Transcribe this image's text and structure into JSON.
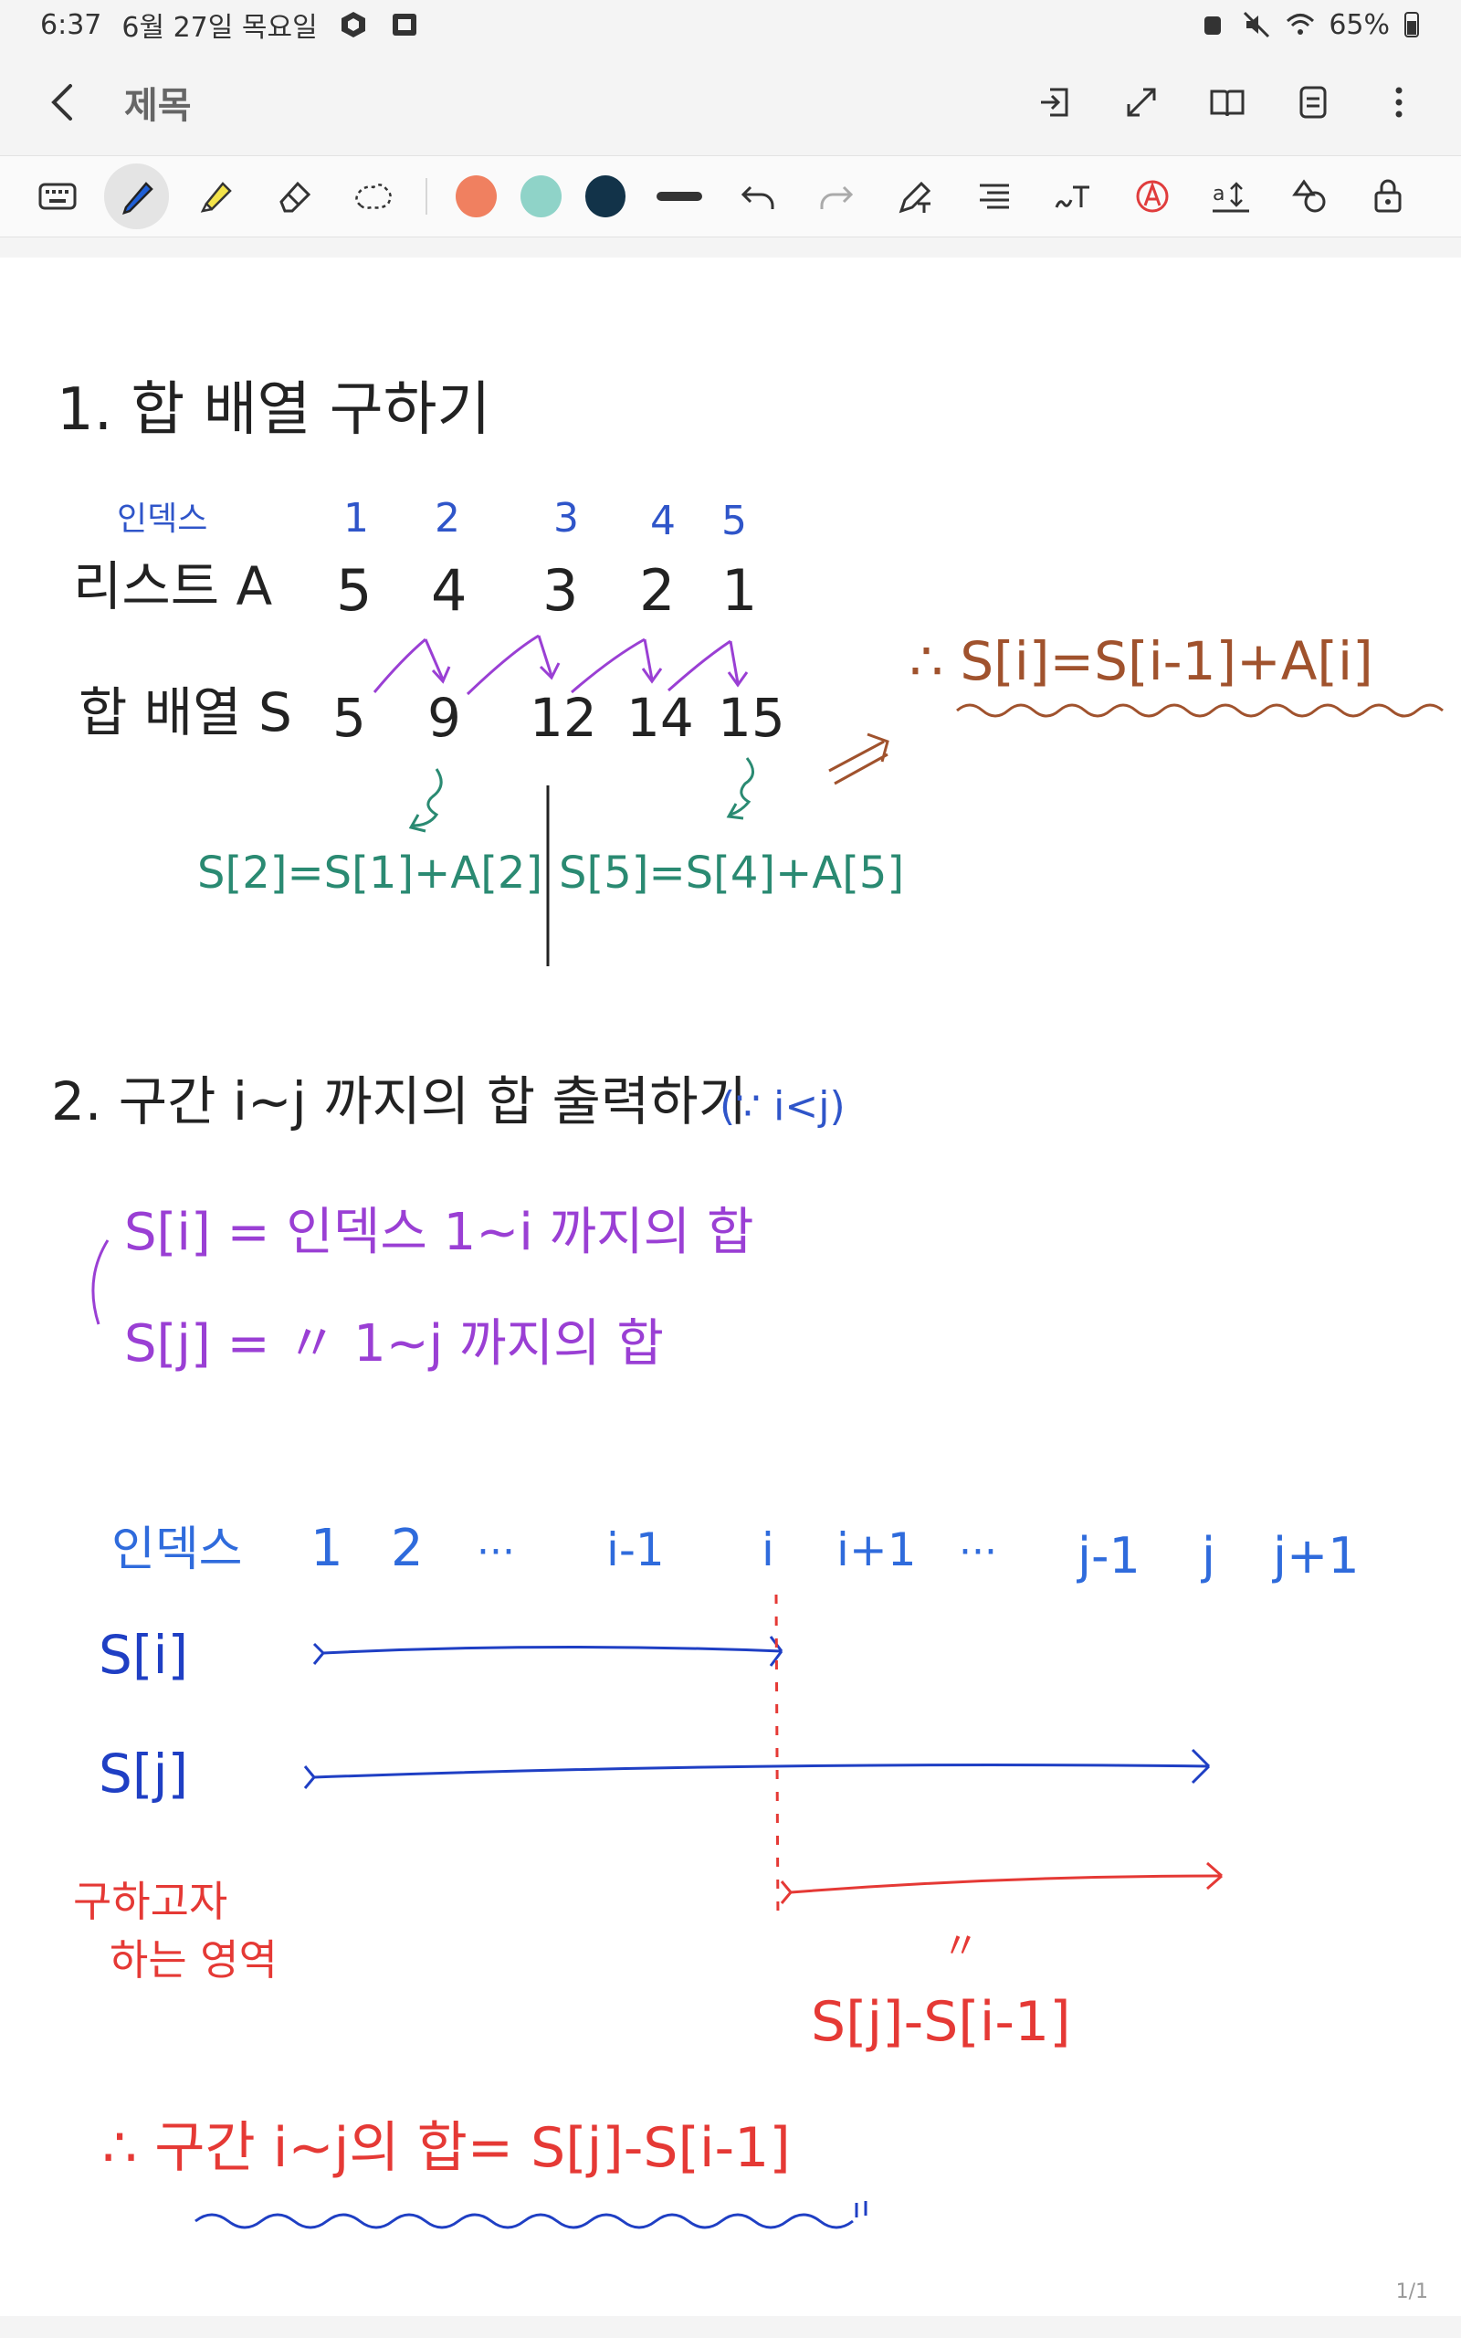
{
  "status": {
    "time": "6:37",
    "date": "6월 27일 목요일",
    "battery": "65%"
  },
  "header": {
    "title": "제목"
  },
  "toolbar": {
    "colors": [
      "#f08060",
      "#8fd3c8",
      "#123349"
    ]
  },
  "note": {
    "s1_title": "1. 합 배열 구하기",
    "index_label": "인덱스",
    "indices": [
      "1",
      "2",
      "3",
      "4",
      "5"
    ],
    "list_label": "리스트 A",
    "list_values": [
      "5",
      "4",
      "3",
      "2",
      "1"
    ],
    "sum_label": "합 배열 S",
    "sum_values": [
      "5",
      "9",
      "12",
      "14",
      "15"
    ],
    "eq_left": "S[2]=S[1]+A[2]",
    "eq_right": "S[5]=S[4]+A[5]",
    "formula": "∴ S[i]=S[i-1]+A[i]",
    "s2_title": "2. 구간 i~j 까지의 합 출력하기",
    "s2_cond": "(∵ i<j)",
    "si_def": "S[i] = 인덱스 1~i 까지의 합",
    "sj_def": "S[j] = 〃 1~j 까지의 합",
    "range_indices": [
      "인덱스",
      "1",
      "2",
      "···",
      "i-1",
      "i",
      "i+1",
      "···",
      "j-1",
      "j",
      "j+1"
    ],
    "row_si": "S[i]",
    "row_sj": "S[j]",
    "target_label_1": "구하고자",
    "target_label_2": "하는 영역",
    "diff_mark": "〃",
    "diff_expr": "S[j]-S[i-1]",
    "conclusion": "∴ 구간 i~j의 합= S[j]-S[i-1]",
    "page": "1/1"
  }
}
